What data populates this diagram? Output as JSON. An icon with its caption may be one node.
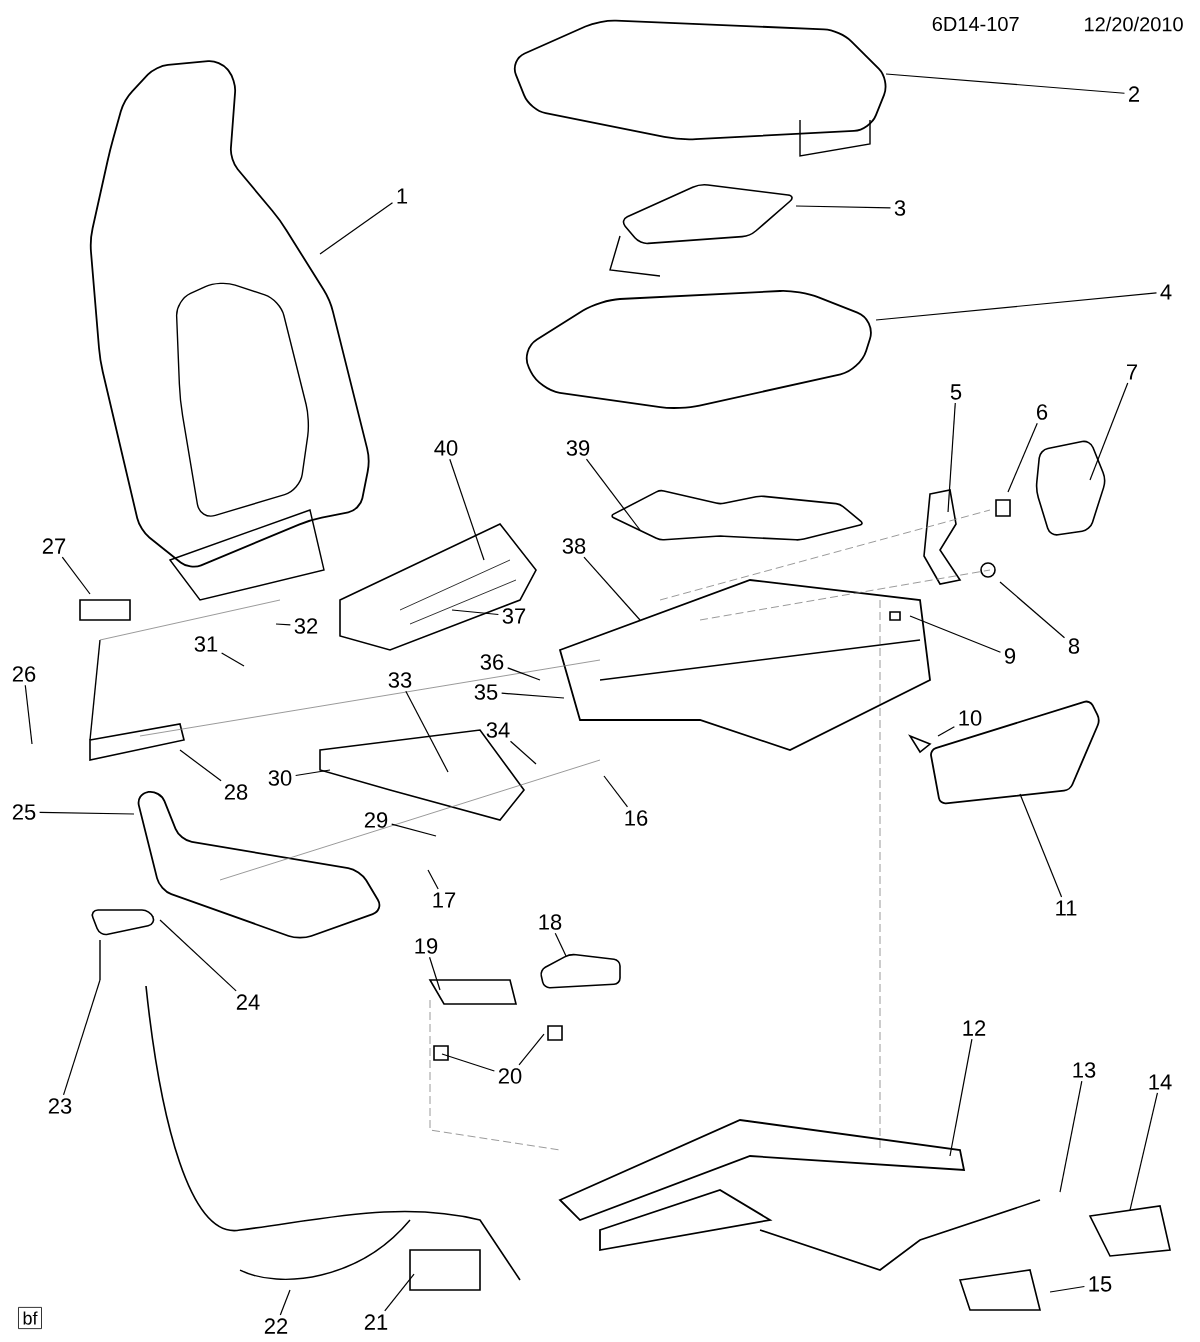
{
  "diagram": {
    "nodes": [
      {
        "text": [
          "1"
        ]
      },
      {
        "text": [
          "2"
        ]
      },
      {
        "text": [
          "3"
        ]
      },
      {
        "text": [
          "4"
        ]
      },
      {
        "text": [
          "5"
        ]
      },
      {
        "text": [
          "6"
        ]
      },
      {
        "text": [
          "7"
        ]
      },
      {
        "text": [
          "8"
        ]
      },
      {
        "text": [
          "9"
        ]
      },
      {
        "text": [
          "10"
        ]
      },
      {
        "text": [
          "11"
        ]
      },
      {
        "text": [
          "12"
        ]
      },
      {
        "text": [
          "13"
        ]
      },
      {
        "text": [
          "14"
        ]
      },
      {
        "text": [
          "15"
        ]
      },
      {
        "text": [
          "16"
        ]
      },
      {
        "text": [
          "17"
        ]
      },
      {
        "text": [
          "18"
        ]
      },
      {
        "text": [
          "19"
        ]
      },
      {
        "text": [
          "20"
        ]
      },
      {
        "text": [
          "21"
        ]
      },
      {
        "text": [
          "22"
        ]
      },
      {
        "text": [
          "23"
        ]
      },
      {
        "text": [
          "24"
        ]
      },
      {
        "text": [
          "25"
        ]
      },
      {
        "text": [
          "26"
        ]
      },
      {
        "text": [
          "27"
        ]
      },
      {
        "text": [
          "28"
        ]
      },
      {
        "text": [
          "29"
        ]
      },
      {
        "text": [
          "30"
        ]
      },
      {
        "text": [
          "31"
        ]
      },
      {
        "text": [
          "32"
        ]
      },
      {
        "text": [
          "33"
        ]
      },
      {
        "text": [
          "34"
        ]
      },
      {
        "text": [
          "35"
        ]
      },
      {
        "text": [
          "36"
        ]
      },
      {
        "text": [
          "37"
        ]
      },
      {
        "text": [
          "38"
        ]
      },
      {
        "text": [
          "39"
        ]
      },
      {
        "text": [
          "40"
        ]
      },
      {
        "text": [
          "bf"
        ]
      }
    ],
    "edges": [
      {
        "from": 0,
        "to": null,
        "arrow": "none"
      },
      {
        "from": 1,
        "to": null,
        "arrow": "none"
      },
      {
        "from": 2,
        "to": null,
        "arrow": "none"
      },
      {
        "from": 3,
        "to": null,
        "arrow": "none"
      },
      {
        "from": 4,
        "to": null,
        "arrow": "none"
      },
      {
        "from": 5,
        "to": null,
        "arrow": "none"
      },
      {
        "from": 6,
        "to": null,
        "arrow": "none"
      },
      {
        "from": 7,
        "to": null,
        "arrow": "none"
      },
      {
        "from": 8,
        "to": null,
        "arrow": "none"
      },
      {
        "from": 9,
        "to": null,
        "arrow": "none"
      },
      {
        "from": 10,
        "to": null,
        "arrow": "none"
      },
      {
        "from": 11,
        "to": null,
        "arrow": "none"
      },
      {
        "from": 12,
        "to": null,
        "arrow": "none"
      },
      {
        "from": 13,
        "to": null,
        "arrow": "none"
      },
      {
        "from": 14,
        "to": null,
        "arrow": "none"
      },
      {
        "from": 15,
        "to": null,
        "arrow": "none"
      },
      {
        "from": 16,
        "to": null,
        "arrow": "none"
      },
      {
        "from": 17,
        "to": null,
        "arrow": "none"
      },
      {
        "from": 18,
        "to": null,
        "arrow": "none"
      },
      {
        "from": 19,
        "to": null,
        "arrow": "none"
      },
      {
        "from": 19,
        "to": null,
        "arrow": "none"
      },
      {
        "from": 20,
        "to": null,
        "arrow": "none"
      },
      {
        "from": 21,
        "to": null,
        "arrow": "none"
      },
      {
        "from": 22,
        "to": null,
        "arrow": "none"
      },
      {
        "from": 23,
        "to": null,
        "arrow": "none"
      },
      {
        "from": 24,
        "to": null,
        "arrow": "none"
      },
      {
        "from": 25,
        "to": null,
        "arrow": "none"
      },
      {
        "from": 26,
        "to": null,
        "arrow": "none"
      },
      {
        "from": 27,
        "to": null,
        "arrow": "none"
      },
      {
        "from": 28,
        "to": null,
        "arrow": "none"
      },
      {
        "from": 29,
        "to": null,
        "arrow": "none"
      },
      {
        "from": 30,
        "to": null,
        "arrow": "none"
      },
      {
        "from": 31,
        "to": null,
        "arrow": "none"
      },
      {
        "from": 32,
        "to": null,
        "arrow": "none"
      },
      {
        "from": 33,
        "to": null,
        "arrow": "none"
      },
      {
        "from": 34,
        "to": null,
        "arrow": "none"
      },
      {
        "from": 35,
        "to": null,
        "arrow": "none"
      },
      {
        "from": 36,
        "to": null,
        "arrow": "none"
      },
      {
        "from": 37,
        "to": null,
        "arrow": "none"
      },
      {
        "from": 38,
        "to": null,
        "arrow": "none"
      },
      {
        "from": 39,
        "to": null,
        "arrow": "none"
      }
    ],
    "labels": [
      "6D14-107",
      "12/20/2010"
    ]
  }
}
